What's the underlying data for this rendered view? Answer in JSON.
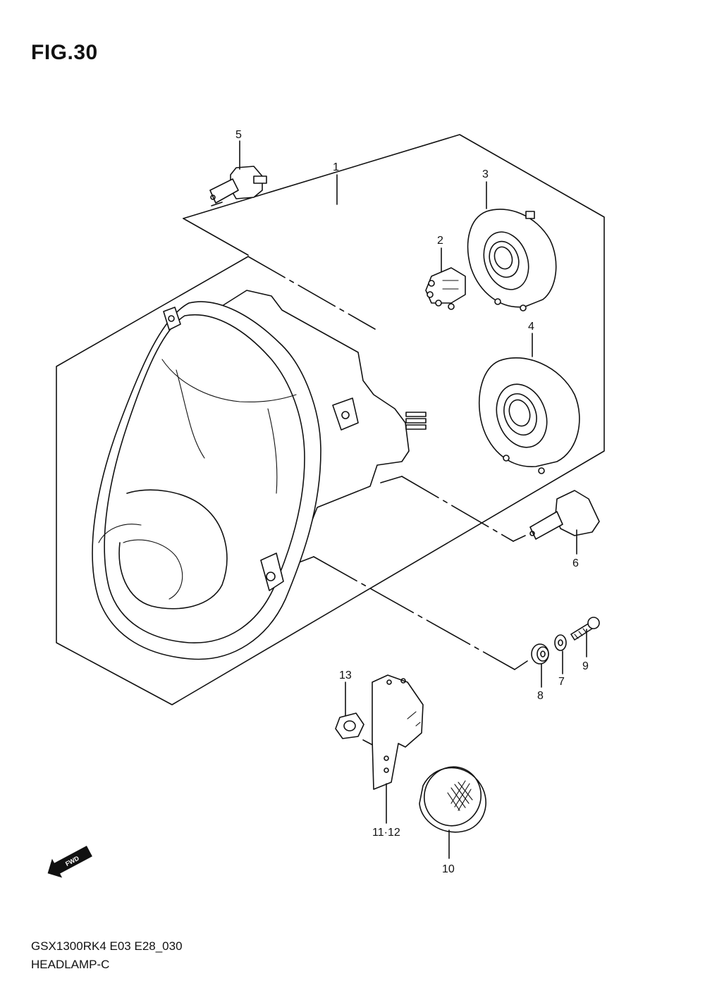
{
  "figure": {
    "title": "FIG.30"
  },
  "footer": {
    "model_code": "GSX1300RK4 E03 E28_030",
    "section_name": "HEADLAMP-C"
  },
  "callouts": [
    {
      "id": "c1",
      "label": "1"
    },
    {
      "id": "c2",
      "label": "2"
    },
    {
      "id": "c3",
      "label": "3"
    },
    {
      "id": "c4",
      "label": "4"
    },
    {
      "id": "c5",
      "label": "5"
    },
    {
      "id": "c6",
      "label": "6"
    },
    {
      "id": "c7",
      "label": "7"
    },
    {
      "id": "c8",
      "label": "8"
    },
    {
      "id": "c9",
      "label": "9"
    },
    {
      "id": "c10",
      "label": "10"
    },
    {
      "id": "c11",
      "label": "11·12"
    },
    {
      "id": "c13",
      "label": "13"
    }
  ],
  "direction_marker": {
    "label": "FWD"
  }
}
